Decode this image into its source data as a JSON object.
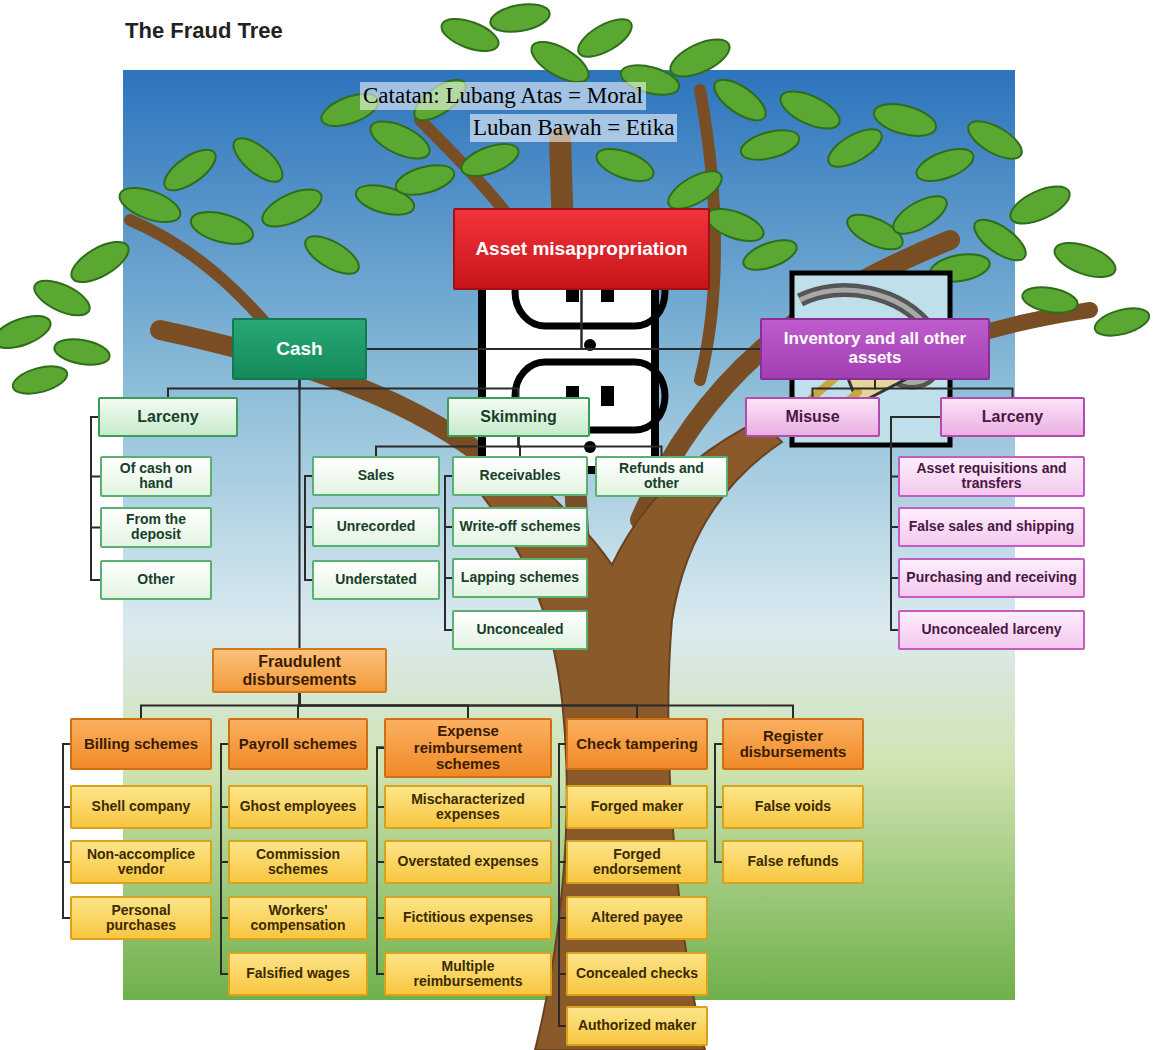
{
  "diagram": {
    "title": "The Fraud Tree",
    "nodes": [
      {
        "text": [
          "Asset misappropriation"
        ]
      },
      {
        "text": [
          "Cash"
        ]
      },
      {
        "text": [
          "Inventory and all other assets"
        ]
      },
      {
        "text": [
          "Larceny"
        ]
      },
      {
        "text": [
          "Skimming"
        ]
      },
      {
        "text": [
          "Misuse"
        ]
      },
      {
        "text": [
          "Larceny"
        ]
      },
      {
        "text": [
          "Of cash on hand"
        ]
      },
      {
        "text": [
          "Sales"
        ]
      },
      {
        "text": [
          "Receivables"
        ]
      },
      {
        "text": [
          "Refunds and other"
        ]
      },
      {
        "text": [
          "Asset requisitions and transfers"
        ]
      },
      {
        "text": [
          "From the deposit"
        ]
      },
      {
        "text": [
          "Unrecorded"
        ]
      },
      {
        "text": [
          "Write-off schemes"
        ]
      },
      {
        "text": [
          "False sales and shipping"
        ]
      },
      {
        "text": [
          "Other"
        ]
      },
      {
        "text": [
          "Understated"
        ]
      },
      {
        "text": [
          "Lapping schemes"
        ]
      },
      {
        "text": [
          "Purchasing and receiving"
        ]
      },
      {
        "text": [
          "Unconcealed"
        ]
      },
      {
        "text": [
          "Unconcealed larceny"
        ]
      },
      {
        "text": [
          "Fraudulent disbursements"
        ]
      },
      {
        "text": [
          "Billing schemes"
        ]
      },
      {
        "text": [
          "Payroll schemes"
        ]
      },
      {
        "text": [
          "Expense reimbursement schemes"
        ]
      },
      {
        "text": [
          "Check tampering"
        ]
      },
      {
        "text": [
          "Register disbursements"
        ]
      },
      {
        "text": [
          "Shell company"
        ]
      },
      {
        "text": [
          "Ghost employees"
        ]
      },
      {
        "text": [
          "Mischaracterized expenses"
        ]
      },
      {
        "text": [
          "Forged maker"
        ]
      },
      {
        "text": [
          "False voids"
        ]
      },
      {
        "text": [
          "Non-accomplice vendor"
        ]
      },
      {
        "text": [
          "Commission schemes"
        ]
      },
      {
        "text": [
          "Overstated expenses"
        ]
      },
      {
        "text": [
          "Forged endorsement"
        ]
      },
      {
        "text": [
          "False refunds"
        ]
      },
      {
        "text": [
          "Personal purchases"
        ]
      },
      {
        "text": [
          "Workers' compensation"
        ]
      },
      {
        "text": [
          "Fictitious expenses"
        ]
      },
      {
        "text": [
          "Altered payee"
        ]
      },
      {
        "text": [
          "Falsified wages"
        ]
      },
      {
        "text": [
          "Multiple reimbursements"
        ]
      },
      {
        "text": [
          "Concealed checks"
        ]
      },
      {
        "text": [
          "Authorized maker"
        ]
      }
    ],
    "edges": [
      {
        "from": 0,
        "to": 1,
        "arrow": "none"
      },
      {
        "from": 0,
        "to": 2,
        "arrow": "none"
      },
      {
        "from": 1,
        "to": 3,
        "arrow": "none"
      },
      {
        "from": 1,
        "to": 4,
        "arrow": "none"
      },
      {
        "from": 1,
        "to": 22,
        "arrow": "none"
      },
      {
        "from": 2,
        "to": 5,
        "arrow": "none"
      },
      {
        "from": 2,
        "to": 6,
        "arrow": "none"
      },
      {
        "from": 3,
        "to": 7,
        "arrow": "none"
      },
      {
        "from": 3,
        "to": 12,
        "arrow": "none"
      },
      {
        "from": 3,
        "to": 16,
        "arrow": "none"
      },
      {
        "from": 4,
        "to": 8,
        "arrow": "none"
      },
      {
        "from": 4,
        "to": 9,
        "arrow": "none"
      },
      {
        "from": 4,
        "to": 10,
        "arrow": "none"
      },
      {
        "from": 8,
        "to": 13,
        "arrow": "none"
      },
      {
        "from": 8,
        "to": 17,
        "arrow": "none"
      },
      {
        "from": 9,
        "to": 14,
        "arrow": "none"
      },
      {
        "from": 9,
        "to": 18,
        "arrow": "none"
      },
      {
        "from": 9,
        "to": 20,
        "arrow": "none"
      },
      {
        "from": 6,
        "to": 11,
        "arrow": "none"
      },
      {
        "from": 6,
        "to": 15,
        "arrow": "none"
      },
      {
        "from": 6,
        "to": 19,
        "arrow": "none"
      },
      {
        "from": 6,
        "to": 21,
        "arrow": "none"
      },
      {
        "from": 22,
        "to": 23,
        "arrow": "none"
      },
      {
        "from": 22,
        "to": 24,
        "arrow": "none"
      },
      {
        "from": 22,
        "to": 25,
        "arrow": "none"
      },
      {
        "from": 22,
        "to": 26,
        "arrow": "none"
      },
      {
        "from": 22,
        "to": 27,
        "arrow": "none"
      },
      {
        "from": 23,
        "to": 28,
        "arrow": "none"
      },
      {
        "from": 23,
        "to": 33,
        "arrow": "none"
      },
      {
        "from": 23,
        "to": 38,
        "arrow": "none"
      },
      {
        "from": 24,
        "to": 29,
        "arrow": "none"
      },
      {
        "from": 24,
        "to": 34,
        "arrow": "none"
      },
      {
        "from": 24,
        "to": 39,
        "arrow": "none"
      },
      {
        "from": 24,
        "to": 42,
        "arrow": "none"
      },
      {
        "from": 25,
        "to": 30,
        "arrow": "none"
      },
      {
        "from": 25,
        "to": 35,
        "arrow": "none"
      },
      {
        "from": 25,
        "to": 40,
        "arrow": "none"
      },
      {
        "from": 25,
        "to": 43,
        "arrow": "none"
      },
      {
        "from": 26,
        "to": 31,
        "arrow": "none"
      },
      {
        "from": 26,
        "to": 36,
        "arrow": "none"
      },
      {
        "from": 26,
        "to": 41,
        "arrow": "none"
      },
      {
        "from": 26,
        "to": 44,
        "arrow": "none"
      },
      {
        "from": 26,
        "to": 45,
        "arrow": "none"
      },
      {
        "from": 27,
        "to": 32,
        "arrow": "none"
      },
      {
        "from": 27,
        "to": 37,
        "arrow": "none"
      }
    ],
    "labels": [
      "Catatan: Lubang Atas = Moral",
      "Luban Bawah = Etika"
    ]
  }
}
